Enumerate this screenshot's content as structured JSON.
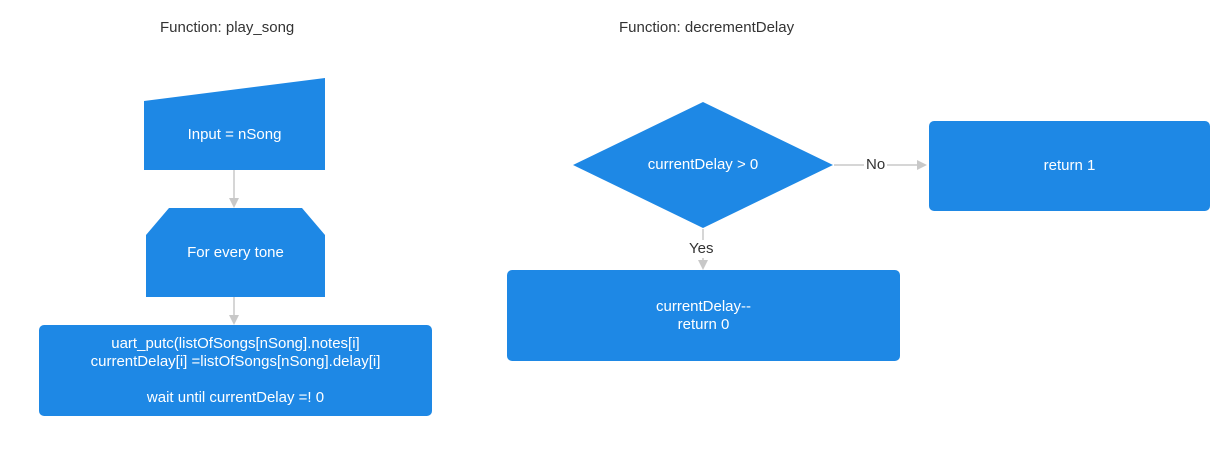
{
  "colors": {
    "node_fill": "#1e88e5",
    "arrow": "#c8c8c8",
    "text_on_node": "#ffffff",
    "label_text": "#333333"
  },
  "play_song": {
    "title": "Function: play_song",
    "input_node": "Input = nSong",
    "loop_node": "For every tone",
    "process_node": "uart_putc(listOfSongs[nSong].notes[i]\ncurrentDelay[i] =listOfSongs[nSong].delay[i]\n\nwait until currentDelay =! 0"
  },
  "decrement_delay": {
    "title": "Function: decrementDelay",
    "decision_node": "currentDelay > 0",
    "no_label": "No",
    "yes_label": "Yes",
    "return_one_node": "return 1",
    "decrement_node": "currentDelay--\nreturn 0"
  }
}
